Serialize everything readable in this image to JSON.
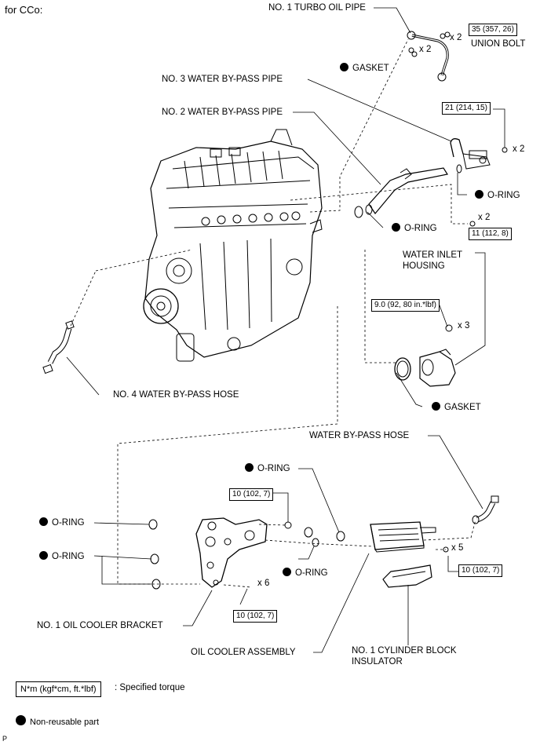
{
  "heading": "for CCo:",
  "labels": {
    "turbo_oil_pipe": "NO. 1 TURBO OIL PIPE",
    "union_bolt": "UNION BOLT",
    "gasket_top": "GASKET",
    "water_bypass_pipe_3": "NO. 3 WATER BY-PASS PIPE",
    "water_bypass_pipe_2": "NO. 2 WATER BY-PASS PIPE",
    "oring_pipe3": "O-RING",
    "oring_pipe2": "O-RING",
    "water_inlet_housing_l1": "WATER INLET",
    "water_inlet_housing_l2": "HOUSING",
    "gasket_housing": "GASKET",
    "water_bypass_hose_4": "NO. 4 WATER BY-PASS HOSE",
    "water_bypass_hose": "WATER BY-PASS HOSE",
    "oring_a": "O-RING",
    "oring_b": "O-RING",
    "oring_c": "O-RING",
    "oring_d": "O-RING",
    "oil_cooler_bracket": "NO. 1 OIL COOLER BRACKET",
    "oil_cooler_assembly": "OIL COOLER ASSEMBLY",
    "insulator_l1": "NO. 1 CYLINDER BLOCK",
    "insulator_l2": "INSULATOR"
  },
  "torques": {
    "union_bolt": "35 (357, 26)",
    "pipe3_bolt": "21 (214, 15)",
    "pipe2_bolt": "11 (112, 8)",
    "housing_bolt": "9.0 (92, 80 in.*lbf)",
    "bracket_nut": "10 (102, 7)",
    "bracket_bolt": "10 (102, 7)",
    "cooler_bolt": "10 (102, 7)"
  },
  "quantities": {
    "union_bolt": "x 2",
    "gasket_top": "x 2",
    "pipe3_bolt": "x 2",
    "pipe2_bolt": "x 2",
    "housing_bolt": "x 3",
    "cooler_bolt": "x 5",
    "bracket_bolt": "x 6"
  },
  "legend": {
    "torque_box": "N*m (kgf*cm, ft.*lbf)",
    "torque_text": ": Specified torque",
    "nonreusable_text": "Non-reusable part"
  },
  "corner_mark": "P"
}
